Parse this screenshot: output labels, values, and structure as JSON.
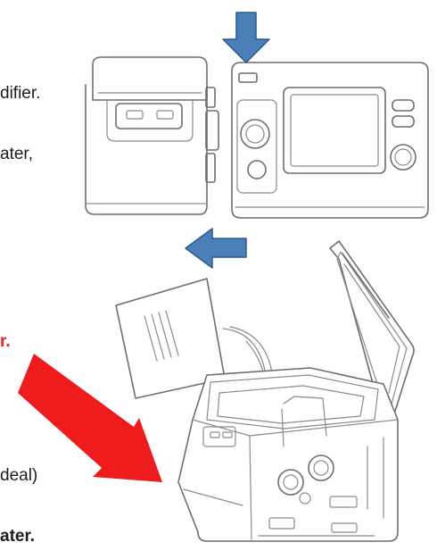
{
  "text_fragments": {
    "line1": "difier.",
    "line2": "ater,",
    "line3": "r.",
    "line4": "deal)",
    "line5": "ater."
  },
  "colors": {
    "blue_arrow": "#4a7fb8",
    "blue_arrow_outline": "#2e5a8c",
    "red_arrow": "#ee1c1c",
    "red_text": "#e8231c",
    "line_art": "#6e6e6e"
  },
  "icons": [
    "down-arrow-icon",
    "left-arrow-icon",
    "diagonal-arrow-icon"
  ]
}
